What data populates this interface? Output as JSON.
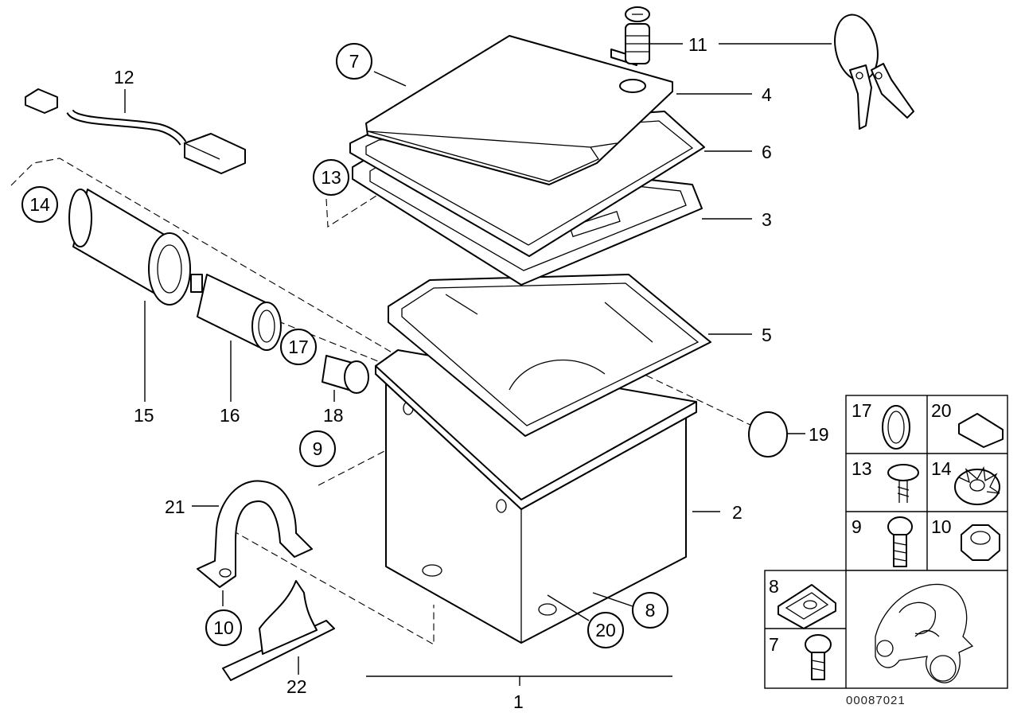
{
  "diagram": {
    "drawing_number": "00087021",
    "callouts": {
      "c1": "1",
      "c2": "2",
      "c3": "3",
      "c4": "4",
      "c5": "5",
      "c6": "6",
      "c7": "7",
      "c8": "8",
      "c9": "9",
      "c10": "10",
      "c11": "11",
      "c12": "12",
      "c13": "13",
      "c14": "14",
      "c15": "15",
      "c16": "16",
      "c17": "17",
      "c18": "18",
      "c19": "19",
      "c20": "20",
      "c21": "21",
      "c22": "22"
    },
    "hardware_grid": {
      "g17": "17",
      "g20": "20",
      "g13": "13",
      "g14": "14",
      "g9": "9",
      "g10": "10",
      "g8": "8",
      "g7": "7"
    }
  }
}
